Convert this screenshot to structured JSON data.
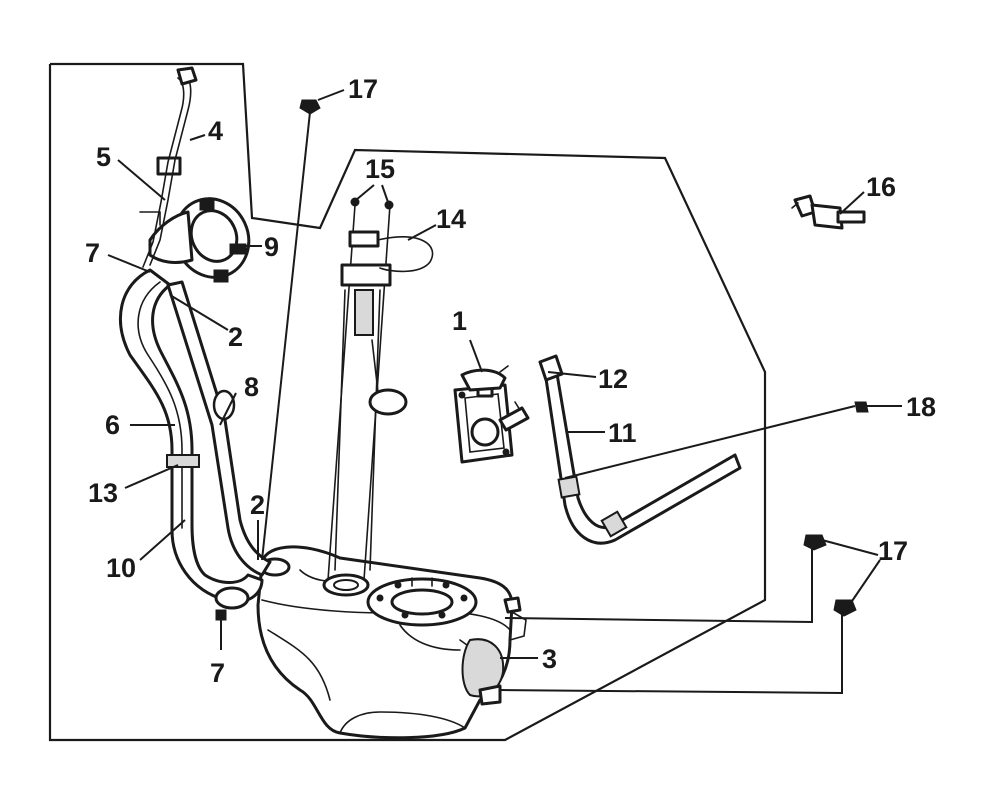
{
  "diagram": {
    "callouts": {
      "c1": "1",
      "c2a": "2",
      "c2b": "2",
      "c3": "3",
      "c4": "4",
      "c5": "5",
      "c6": "6",
      "c7a": "7",
      "c7b": "7",
      "c8": "8",
      "c9": "9",
      "c10": "10",
      "c11": "11",
      "c12": "12",
      "c13": "13",
      "c14": "14",
      "c15": "15",
      "c16": "16",
      "c17a": "17",
      "c17b": "17",
      "c18": "18"
    }
  }
}
